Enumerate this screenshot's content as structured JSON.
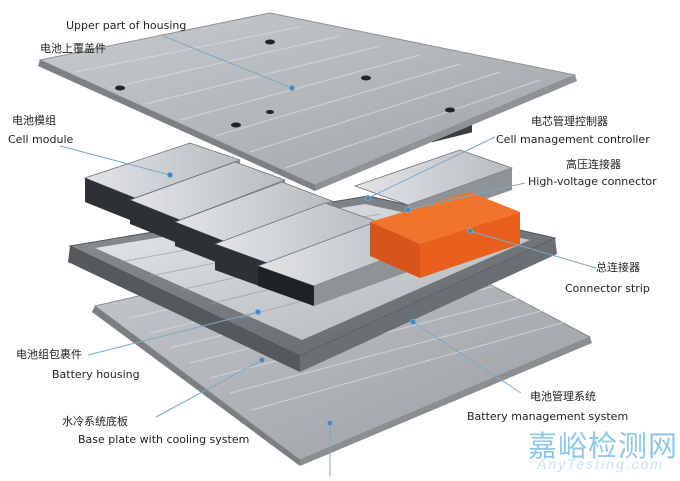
{
  "labels": {
    "upper_en": "Upper part of housing",
    "upper_zh": "电池上覆盖件",
    "module_zh": "电池模组",
    "module_en": "Cell module",
    "cmc_zh": "电芯管理控制器",
    "cmc_en": "Cell management controller",
    "hv_zh": "高压连接器",
    "hv_en": "High-voltage connector",
    "strip_zh": "总连接器",
    "strip_en": "Connector strip",
    "housing_zh": "电池组包裹件",
    "housing_en": "Battery housing",
    "bms_zh": "电池管理系统",
    "bms_en": "Battery management system",
    "base_zh": "水冷系统底板",
    "base_en": "Base plate with cooling system"
  },
  "watermark": {
    "zh": "嘉峪检测网",
    "en": "AnyTesting.com"
  },
  "colors": {
    "connector_orange": "#e8601c",
    "watermark_blue": "#8fc7ea",
    "leader_line": "#7aa9c9",
    "leader_dot": "#3f86c2"
  }
}
